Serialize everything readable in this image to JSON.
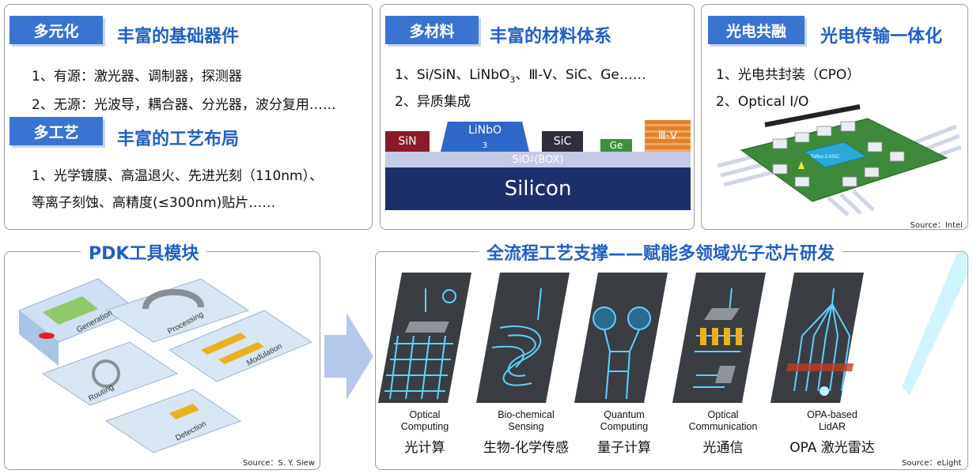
{
  "p1": {
    "tag1": "多元化",
    "heading1": "丰富的基础器件",
    "line1": "1、有源：激光器、调制器，探测器",
    "line2": "2、无源：光波导，耦合器、分光器，波分复用……",
    "tag2": "多工艺",
    "heading2": "丰富的工艺布局",
    "line3": "1、光学镀膜、高温退火、先进光刻（110nm）、",
    "line4": "等离子刻蚀、高精度(≤300nm)贴片……"
  },
  "p2": {
    "tag": "多材料",
    "heading": "丰富的材料体系",
    "line1_a": "1、Si/SiN、LiNbO",
    "line1_sub": "3",
    "line1_b": "、Ⅲ-Ⅴ、SiC、Ge……",
    "line2": "2、异质集成",
    "stack": {
      "sin": "SiN",
      "linbo_a": "LiNbO",
      "linbo_sub": "3",
      "sic": "SiC",
      "ge": "Ge",
      "iiiv": "Ⅲ-Ⅴ",
      "box_a": "SiO",
      "box_sub": "2",
      "box_b": "(BOX)",
      "silicon": "Silicon"
    },
    "colors": {
      "sin": "#8b1a2b",
      "linbo": "#2f67c9",
      "sic": "#2e2e3c",
      "ge": "#3f8f3f",
      "iiiv": "#e2812c",
      "box": "#c5cbe6",
      "silicon": "#1d2f6b"
    }
  },
  "p3": {
    "tag": "光电共融",
    "heading": "光电传输一体化",
    "line1": "1、光电共封装（CPO）",
    "line2": "2、Optical I/O",
    "asic_label": "Tofino 2 ASIC",
    "source": "Source：Intel"
  },
  "p4": {
    "title": "PDK工具模块",
    "tiles": [
      "Generation",
      "Processing",
      "Modulation",
      "Routing",
      "Detection"
    ],
    "source": "Source：S. Y. Siew"
  },
  "p5": {
    "title": "全流程工艺支撑——赋能多领域光子芯片研发",
    "apps": [
      {
        "en": "Optical\nComputing",
        "zh": "光计算",
        "icon": "mesh-chip-icon"
      },
      {
        "en": "Bio-chemical\nSensing",
        "zh": "生物-化学传感",
        "icon": "spiral-chip-icon"
      },
      {
        "en": "Quantum\nComputing",
        "zh": "量子计算",
        "icon": "ring-chip-icon"
      },
      {
        "en": "Optical\nCommunication",
        "zh": "光通信",
        "icon": "transceiver-chip-icon"
      },
      {
        "en": "OPA-based\nLidAR",
        "zh": "OPA 激光雷达",
        "icon": "opa-chip-icon"
      }
    ],
    "source": "Source：eLight"
  },
  "colors": {
    "accent": "#3a74d3",
    "heading": "#1f5fc6",
    "waveguide": "#5fd0ff",
    "chip_bg": "#3a3d42"
  }
}
